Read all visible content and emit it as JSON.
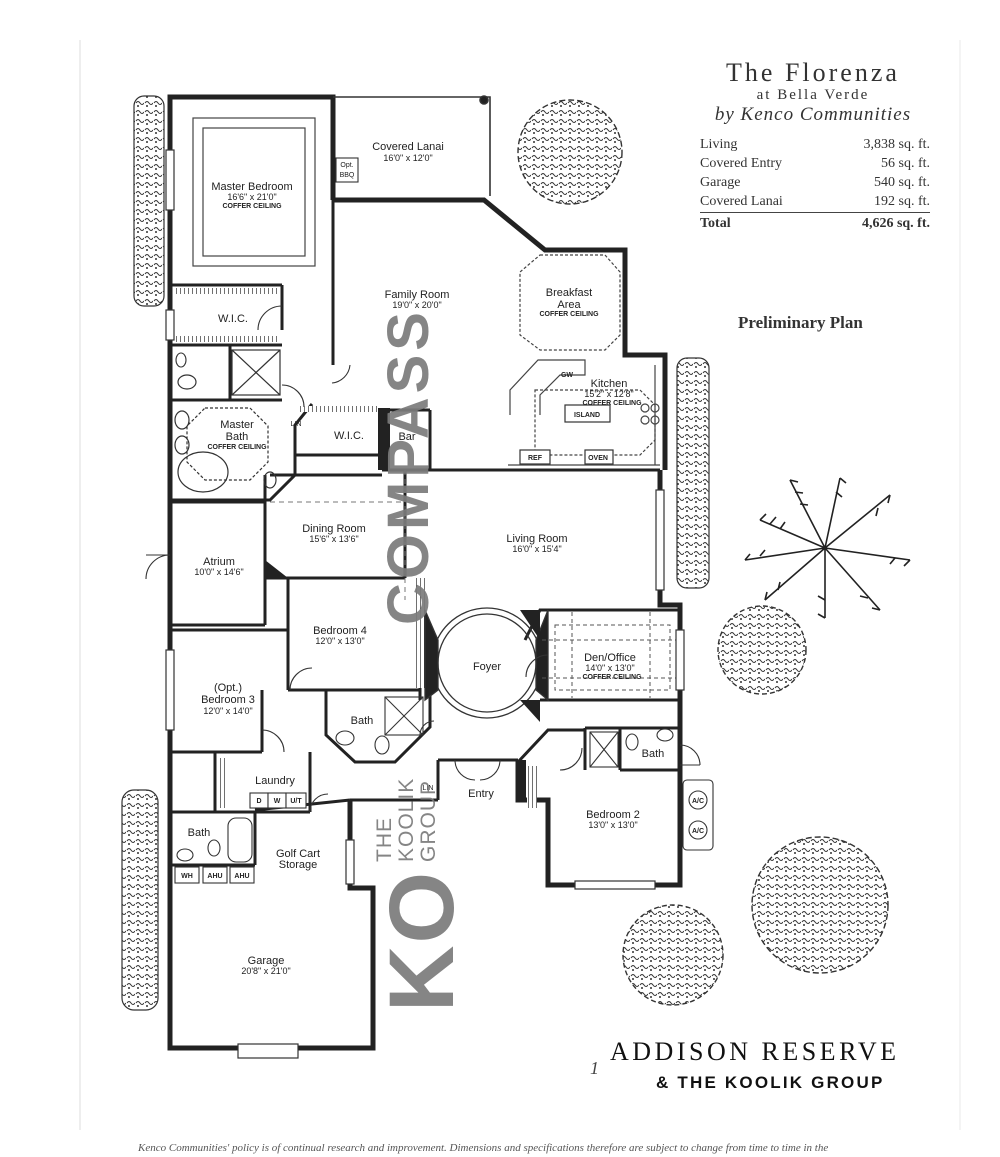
{
  "header": {
    "title": "The Florenza",
    "subtitle": "at Bella Verde",
    "builder": "by Kenco Communities"
  },
  "areas": [
    {
      "label": "Living",
      "value": "3,838 sq. ft."
    },
    {
      "label": "Covered Entry",
      "value": "56 sq. ft."
    },
    {
      "label": "Garage",
      "value": "540 sq. ft."
    },
    {
      "label": "Covered Lanai",
      "value": "192 sq. ft."
    }
  ],
  "total": {
    "label": "Total",
    "value": "4,626 sq. ft."
  },
  "plan_status": "Preliminary Plan",
  "rooms": {
    "covered_lanai": {
      "name": "Covered Lanai",
      "dims": "16'0\" x 12'0\""
    },
    "opt_bbq": {
      "line1": "Opt.",
      "line2": "BBQ"
    },
    "master_bedroom": {
      "name": "Master Bedroom",
      "dims": "16'6\" x 21'0\"",
      "note": "COFFER CEILING"
    },
    "master_wic": {
      "name": "W.I.C."
    },
    "master_bath": {
      "line1": "Master",
      "line2": "Bath",
      "note": "COFFER CEILING"
    },
    "lin_master": {
      "name": "LIN"
    },
    "wic2": {
      "name": "W.I.C."
    },
    "bar": {
      "name": "Bar"
    },
    "family_room": {
      "name": "Family Room",
      "dims": "19'0\" x 20'0\""
    },
    "breakfast": {
      "line1": "Breakfast",
      "line2": "Area",
      "note": "COFFER CEILING"
    },
    "kitchen": {
      "name": "Kitchen",
      "dims": "15'2\" x 12'8\"",
      "note": "COFFER CEILING"
    },
    "island": {
      "name": "ISLAND"
    },
    "gw": {
      "name": "GW"
    },
    "ref": {
      "name": "REF"
    },
    "oven": {
      "name": "OVEN"
    },
    "dining_room": {
      "name": "Dining Room",
      "dims": "15'6\" x 13'6\""
    },
    "living_room": {
      "name": "Living Room",
      "dims": "16'0\" x 15'4\""
    },
    "atrium": {
      "name": "Atrium",
      "dims": "10'0\" x 14'6\""
    },
    "bedroom4": {
      "name": "Bedroom 4",
      "dims": "12'0\" x 13'0\""
    },
    "foyer": {
      "name": "Foyer"
    },
    "den": {
      "name": "Den/Office",
      "dims": "14'0\" x 13'0\"",
      "note": "COFFER CEILING"
    },
    "bedroom3": {
      "line1": "(Opt.)",
      "line2": "Bedroom 3",
      "dims": "12'0\" x 14'0\""
    },
    "bath_center": {
      "name": "Bath"
    },
    "bath_right": {
      "name": "Bath"
    },
    "laundry": {
      "name": "Laundry"
    },
    "d": {
      "name": "D"
    },
    "w": {
      "name": "W"
    },
    "ut": {
      "name": "U/T"
    },
    "lin_entry": {
      "name": "LIN"
    },
    "entry": {
      "name": "Entry"
    },
    "bedroom2": {
      "name": "Bedroom 2",
      "dims": "13'0\" x 13'0\""
    },
    "ac1": {
      "name": "A/C"
    },
    "ac2": {
      "name": "A/C"
    },
    "bath_left": {
      "name": "Bath"
    },
    "golf_cart": {
      "line1": "Golf Cart",
      "line2": "Storage"
    },
    "wh": {
      "name": "WH"
    },
    "ahu1": {
      "name": "AHU"
    },
    "ahu2": {
      "name": "AHU"
    },
    "garage": {
      "name": "Garage",
      "dims": "20'8\" x 21'0\""
    }
  },
  "watermark": {
    "compass": "COMPASS",
    "group_line1": "THE",
    "group_line2": "KOOLIK",
    "group_line3": "GROUP",
    "ko": "KO"
  },
  "brand": {
    "line1": "ADDISON RESERVE",
    "line2": "& THE KOOLIK GROUP",
    "mark": "1"
  },
  "disclaimer": "Kenco Communities' policy is of continual research and improvement. Dimensions and specifications therefore are subject to change from time to time in the"
}
